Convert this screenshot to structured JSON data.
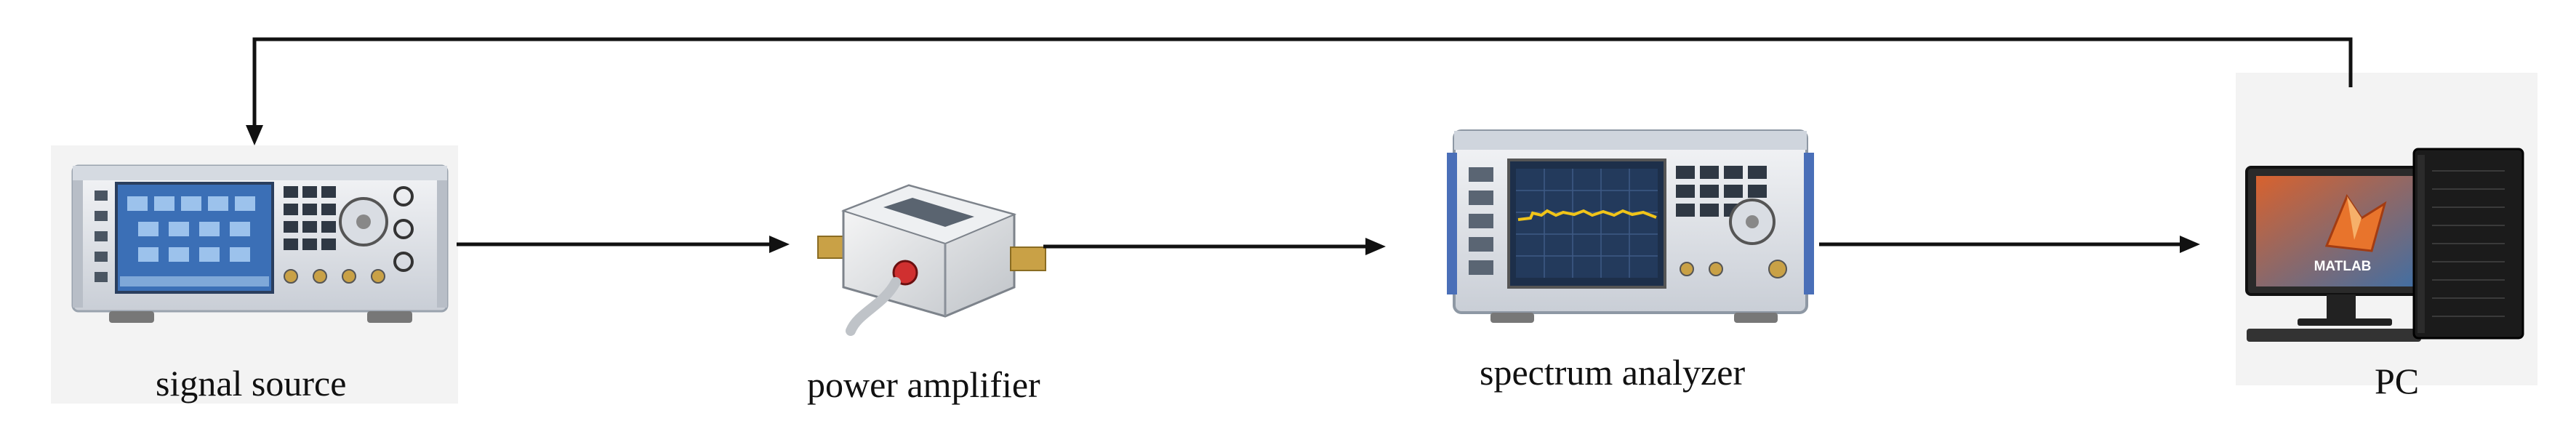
{
  "nodes": [
    {
      "id": "signal_source",
      "label": "signal source"
    },
    {
      "id": "power_amplifier",
      "label": "power amplifier"
    },
    {
      "id": "spectrum_analyzer",
      "label": "spectrum analyzer"
    },
    {
      "id": "pc",
      "label": "PC",
      "screen_logo_text": "MATLAB"
    }
  ],
  "edges": [
    {
      "from": "signal_source",
      "to": "power_amplifier"
    },
    {
      "from": "power_amplifier",
      "to": "spectrum_analyzer"
    },
    {
      "from": "spectrum_analyzer",
      "to": "pc"
    },
    {
      "from": "pc",
      "to": "signal_source"
    }
  ],
  "colors": {
    "line": "#111111",
    "device_body": "#e6e9ee",
    "device_screen": "#3b6fb6"
  }
}
